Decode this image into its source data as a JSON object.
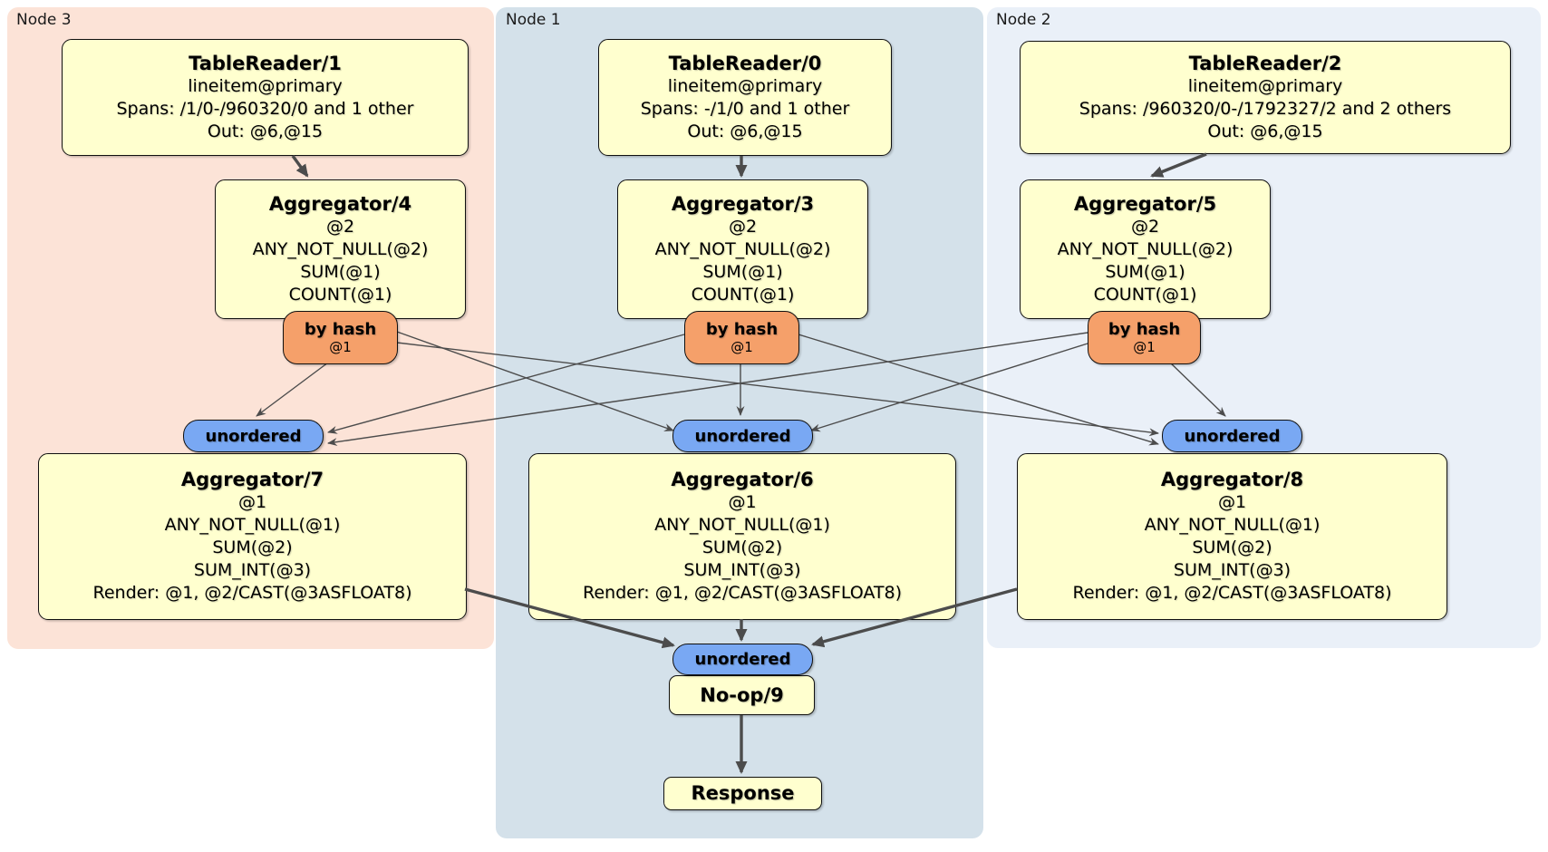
{
  "panels": [
    {
      "id": "node3",
      "label": "Node 3"
    },
    {
      "id": "node1",
      "label": "Node 1"
    },
    {
      "id": "node2",
      "label": "Node 2"
    }
  ],
  "processors": {
    "tr1": {
      "title": "TableReader/1",
      "lines": [
        "lineitem@primary",
        "Spans: /1/0-/960320/0 and 1 other",
        "Out: @6,@15"
      ]
    },
    "tr0": {
      "title": "TableReader/0",
      "lines": [
        "lineitem@primary",
        "Spans: -/1/0 and 1 other",
        "Out: @6,@15"
      ]
    },
    "tr2": {
      "title": "TableReader/2",
      "lines": [
        "lineitem@primary",
        "Spans: /960320/0-/1792327/2 and 2 others",
        "Out: @6,@15"
      ]
    },
    "agg4": {
      "title": "Aggregator/4",
      "lines": [
        "@2",
        "ANY_NOT_NULL(@2)",
        "SUM(@1)",
        "COUNT(@1)"
      ]
    },
    "agg3": {
      "title": "Aggregator/3",
      "lines": [
        "@2",
        "ANY_NOT_NULL(@2)",
        "SUM(@1)",
        "COUNT(@1)"
      ]
    },
    "agg5": {
      "title": "Aggregator/5",
      "lines": [
        "@2",
        "ANY_NOT_NULL(@2)",
        "SUM(@1)",
        "COUNT(@1)"
      ]
    },
    "agg7": {
      "title": "Aggregator/7",
      "lines": [
        "@1",
        "ANY_NOT_NULL(@1)",
        "SUM(@2)",
        "SUM_INT(@3)",
        "Render: @1, @2/CAST(@3ASFLOAT8)"
      ]
    },
    "agg6": {
      "title": "Aggregator/6",
      "lines": [
        "@1",
        "ANY_NOT_NULL(@1)",
        "SUM(@2)",
        "SUM_INT(@3)",
        "Render: @1, @2/CAST(@3ASFLOAT8)"
      ]
    },
    "agg8": {
      "title": "Aggregator/8",
      "lines": [
        "@1",
        "ANY_NOT_NULL(@1)",
        "SUM(@2)",
        "SUM_INT(@3)",
        "Render: @1, @2/CAST(@3ASFLOAT8)"
      ]
    },
    "noop": {
      "title": "No-op/9"
    },
    "response": {
      "title": "Response"
    }
  },
  "router": {
    "label": "by hash",
    "sub": "@1"
  },
  "stream": {
    "sync_label": "unordered"
  },
  "colors": {
    "panel_node3": "#fce3d7",
    "panel_node1": "#d4e1ea",
    "panel_node2": "#eaf0f8",
    "box_fill": "#ffffcf",
    "box_border": "#101010",
    "router_fill": "#f5a06a",
    "sync_fill": "#79a8f3",
    "edge": "#4c4c4c",
    "label": "#1a1a1a"
  }
}
